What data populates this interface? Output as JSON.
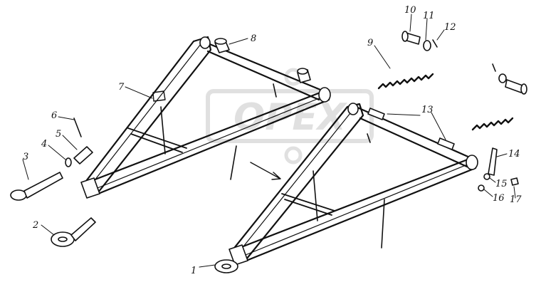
{
  "watermark": {
    "text": "OPEX",
    "color": "#c8c8c8"
  },
  "callouts": [
    {
      "id": "c1",
      "text": "1"
    },
    {
      "id": "c2",
      "text": "2"
    },
    {
      "id": "c3",
      "text": "3"
    },
    {
      "id": "c4",
      "text": "4"
    },
    {
      "id": "c5",
      "text": "5"
    },
    {
      "id": "c6",
      "text": "6"
    },
    {
      "id": "c7",
      "text": "7"
    },
    {
      "id": "c8",
      "text": "8"
    },
    {
      "id": "c9",
      "text": "9"
    },
    {
      "id": "c10",
      "text": "10"
    },
    {
      "id": "c11",
      "text": "11"
    },
    {
      "id": "c12",
      "text": "12"
    },
    {
      "id": "c13",
      "text": "13"
    },
    {
      "id": "c14",
      "text": "14"
    },
    {
      "id": "c15",
      "text": "15"
    },
    {
      "id": "c16",
      "text": "16"
    },
    {
      "id": "c17",
      "text": "17"
    }
  ]
}
